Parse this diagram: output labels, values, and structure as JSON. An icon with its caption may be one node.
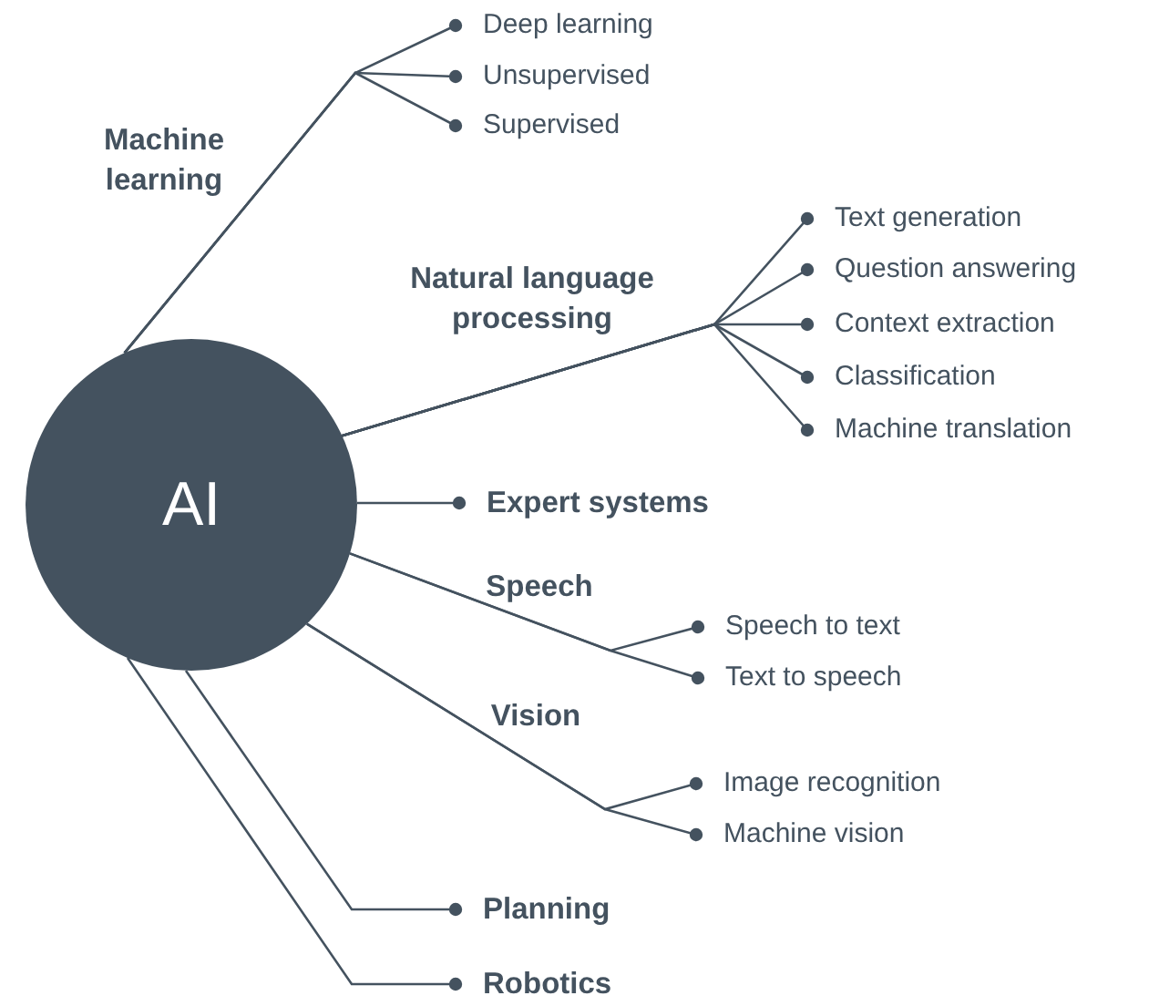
{
  "diagram": {
    "nodes": [
      {
        "text": [
          "AI"
        ]
      },
      {
        "text": [
          "Deep learning"
        ]
      },
      {
        "text": [
          "Unsupervised"
        ]
      },
      {
        "text": [
          "Supervised"
        ]
      },
      {
        "text": [
          "Text generation"
        ]
      },
      {
        "text": [
          "Question answering"
        ]
      },
      {
        "text": [
          "Context extraction"
        ]
      },
      {
        "text": [
          "Classification"
        ]
      },
      {
        "text": [
          "Machine translation"
        ]
      },
      {
        "text": [
          "Expert systems"
        ]
      },
      {
        "text": [
          "Speech to text"
        ]
      },
      {
        "text": [
          "Text to speech"
        ]
      },
      {
        "text": [
          "Image recognition"
        ]
      },
      {
        "text": [
          "Machine vision"
        ]
      },
      {
        "text": [
          "Planning"
        ]
      },
      {
        "text": [
          "Robotics"
        ]
      }
    ],
    "edges": [
      {
        "from": 0,
        "to": 1,
        "arrow": "other"
      },
      {
        "from": 0,
        "to": 2,
        "arrow": "other"
      },
      {
        "from": 0,
        "to": 3,
        "arrow": "other"
      },
      {
        "from": 0,
        "to": 4,
        "arrow": "other"
      },
      {
        "from": 0,
        "to": 5,
        "arrow": "other"
      },
      {
        "from": 0,
        "to": 6,
        "arrow": "other"
      },
      {
        "from": 0,
        "to": 7,
        "arrow": "other"
      },
      {
        "from": 0,
        "to": 8,
        "arrow": "other"
      },
      {
        "from": 0,
        "to": 9,
        "arrow": "other"
      },
      {
        "from": 0,
        "to": 10,
        "arrow": "other"
      },
      {
        "from": 0,
        "to": 11,
        "arrow": "other"
      },
      {
        "from": 0,
        "to": 12,
        "arrow": "other"
      },
      {
        "from": 0,
        "to": 13,
        "arrow": "other"
      },
      {
        "from": 0,
        "to": 14,
        "arrow": "other"
      },
      {
        "from": 0,
        "to": 15,
        "arrow": "other"
      }
    ],
    "labels": [
      "Machine learning",
      "Natural language processing",
      "Speech",
      "Vision"
    ]
  }
}
